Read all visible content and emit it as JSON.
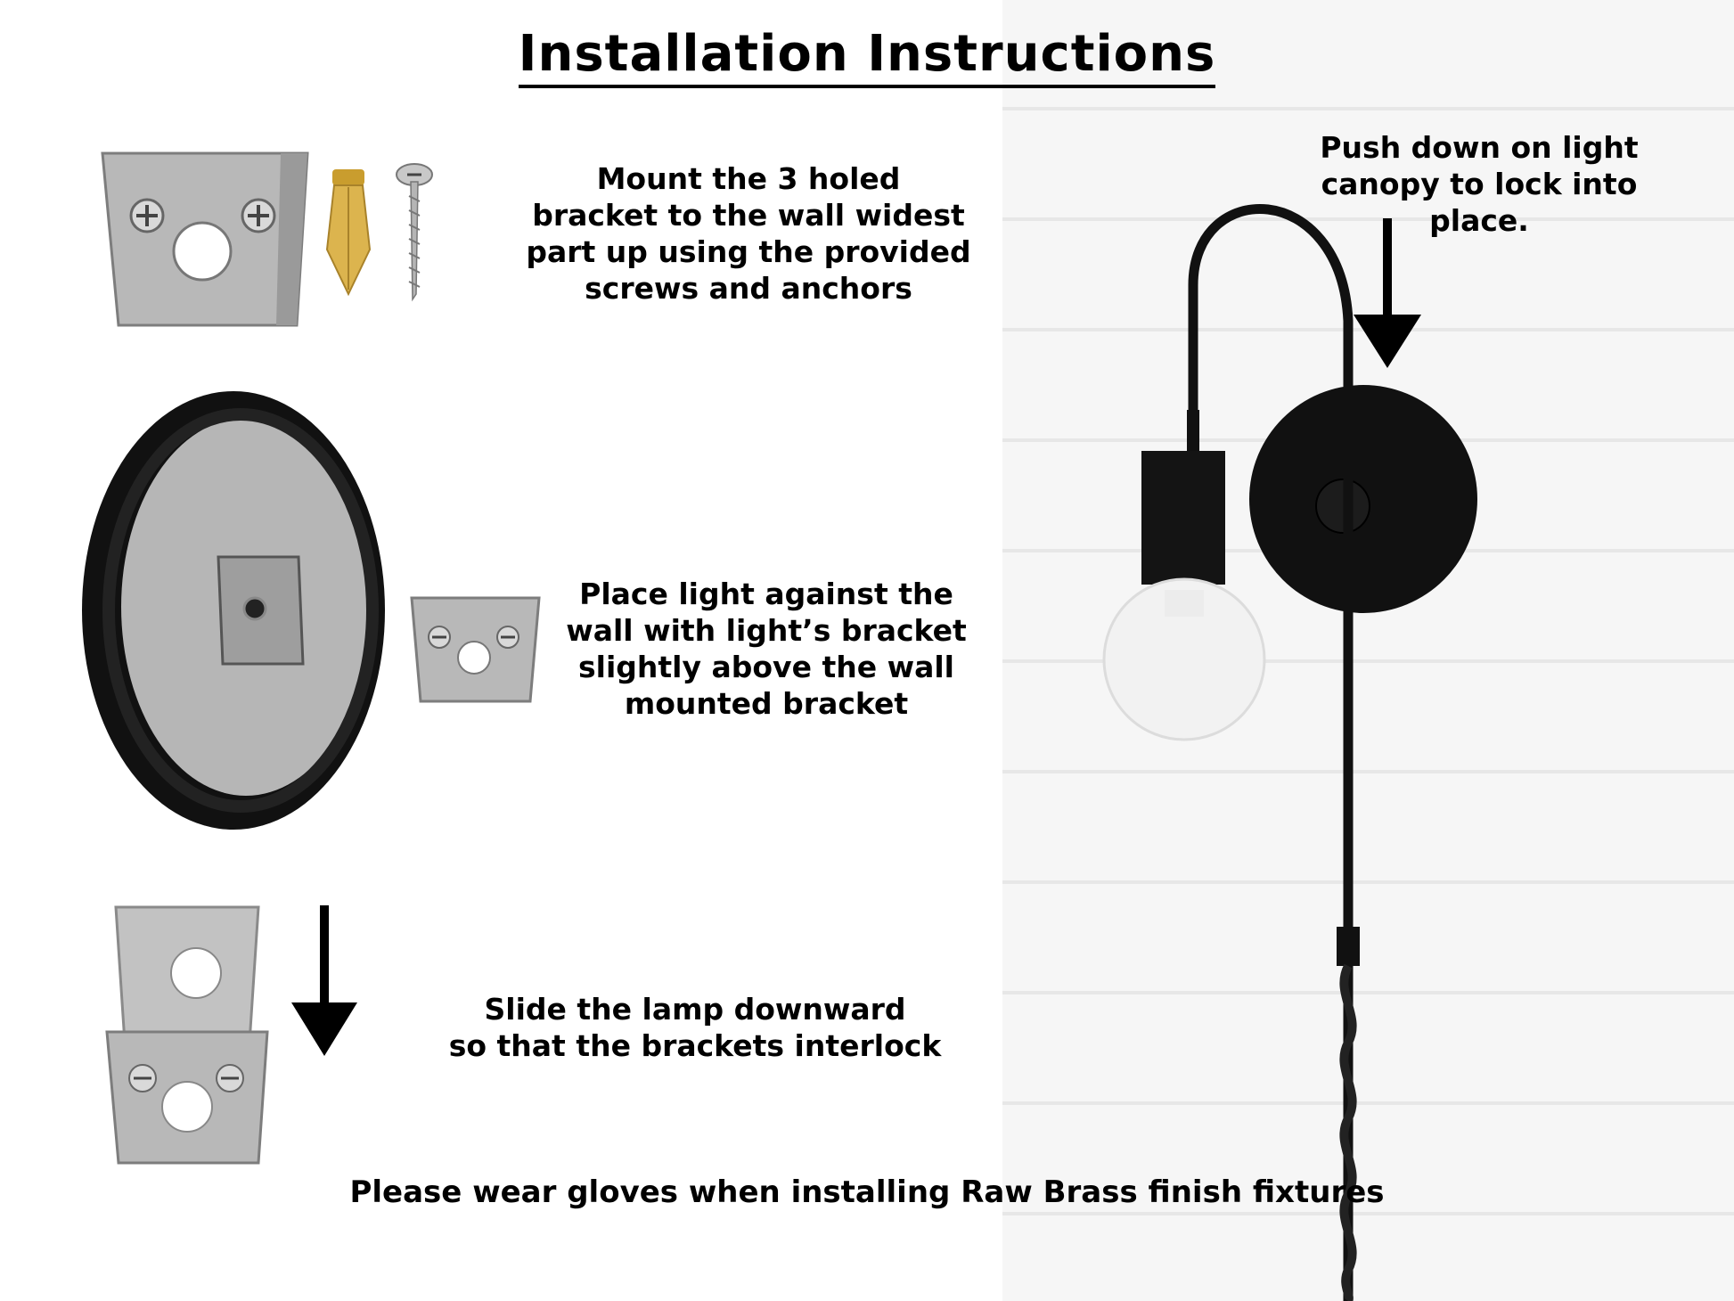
{
  "title": "Installation Instructions",
  "steps": {
    "step1": "Mount the 3 holed\nbracket to the wall widest\npart up using the provided\nscrews and anchors",
    "step2": "Place light against the\nwall with light’s bracket\nslightly above the wall\nmounted bracket",
    "step3": "Slide the lamp downward\nso that the brackets interlock",
    "step4": "Push down on light\ncanopy to lock into\nplace."
  },
  "footer": "Please wear gloves when installing Raw Brass finish fixtures",
  "colors": {
    "metal": "#b9b9b9",
    "metal_dark": "#8a8a8a",
    "fixture": "#111111",
    "brass": "#d8b24a"
  },
  "icons": [
    "bracket-icon",
    "anchor-icon",
    "screw-icon",
    "canopy-icon",
    "down-arrow-icon",
    "wall-sconce-icon"
  ]
}
